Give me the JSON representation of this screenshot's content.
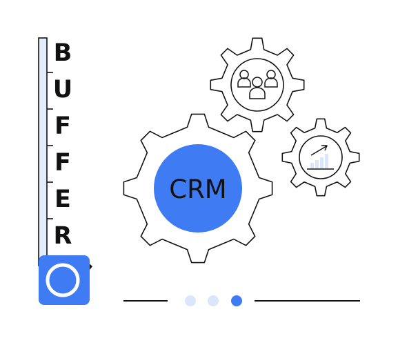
{
  "illustration": {
    "center_label": "CRM",
    "vertical_word_letters": [
      "B",
      "U",
      "F",
      "F",
      "E",
      "R"
    ],
    "gears": [
      {
        "role": "main",
        "icon": "crm-label"
      },
      {
        "role": "team",
        "icon": "people-icon"
      },
      {
        "role": "growth",
        "icon": "growth-chart-icon"
      }
    ]
  },
  "pager": {
    "dot_count": 3,
    "active_index": 2
  },
  "colors": {
    "accent": "#3f7cf4",
    "accent_light": "#dbe6fb",
    "ruler_fill": "#e4ecfb",
    "ink": "#111111"
  }
}
